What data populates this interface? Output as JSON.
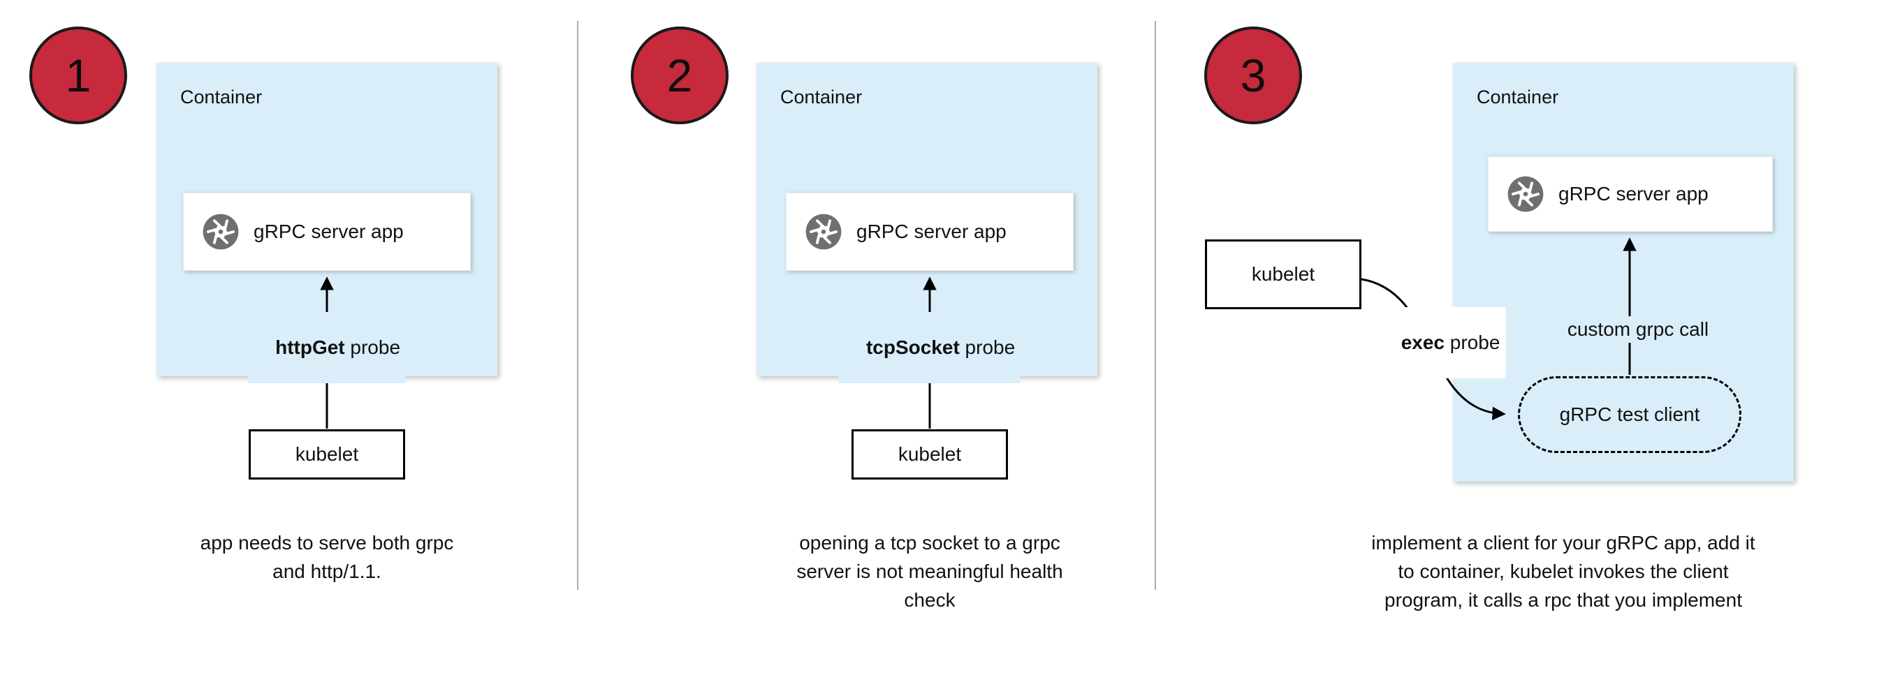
{
  "colors": {
    "badge_red": "#c62a3c",
    "container_blue": "#d9eef9",
    "arrow_black": "#000000"
  },
  "panels": [
    {
      "number": "1",
      "container_label": "Container",
      "app_label": "gRPC server app",
      "app_icon": "aperture-icon",
      "probe_label_bold": "httpGet",
      "probe_label_rest": " probe",
      "kubelet_label": "kubelet",
      "caption": "app needs to serve both grpc\nand http/1.1."
    },
    {
      "number": "2",
      "container_label": "Container",
      "app_label": "gRPC server app",
      "app_icon": "aperture-icon",
      "probe_label_bold": "tcpSocket",
      "probe_label_rest": " probe",
      "kubelet_label": "kubelet",
      "caption": "opening a tcp socket to a grpc\nserver is not meaningful health\ncheck"
    },
    {
      "number": "3",
      "container_label": "Container",
      "app_label": "gRPC server app",
      "app_icon": "aperture-icon",
      "exec_label_bold": "exec",
      "exec_label_rest": " probe",
      "custom_call_label": "custom grpc call",
      "test_client_label": "gRPC test client",
      "kubelet_label": "kubelet",
      "caption": "implement a client for your gRPC app, add it\nto container, kubelet invokes the client\nprogram, it calls a rpc that you implement"
    }
  ]
}
